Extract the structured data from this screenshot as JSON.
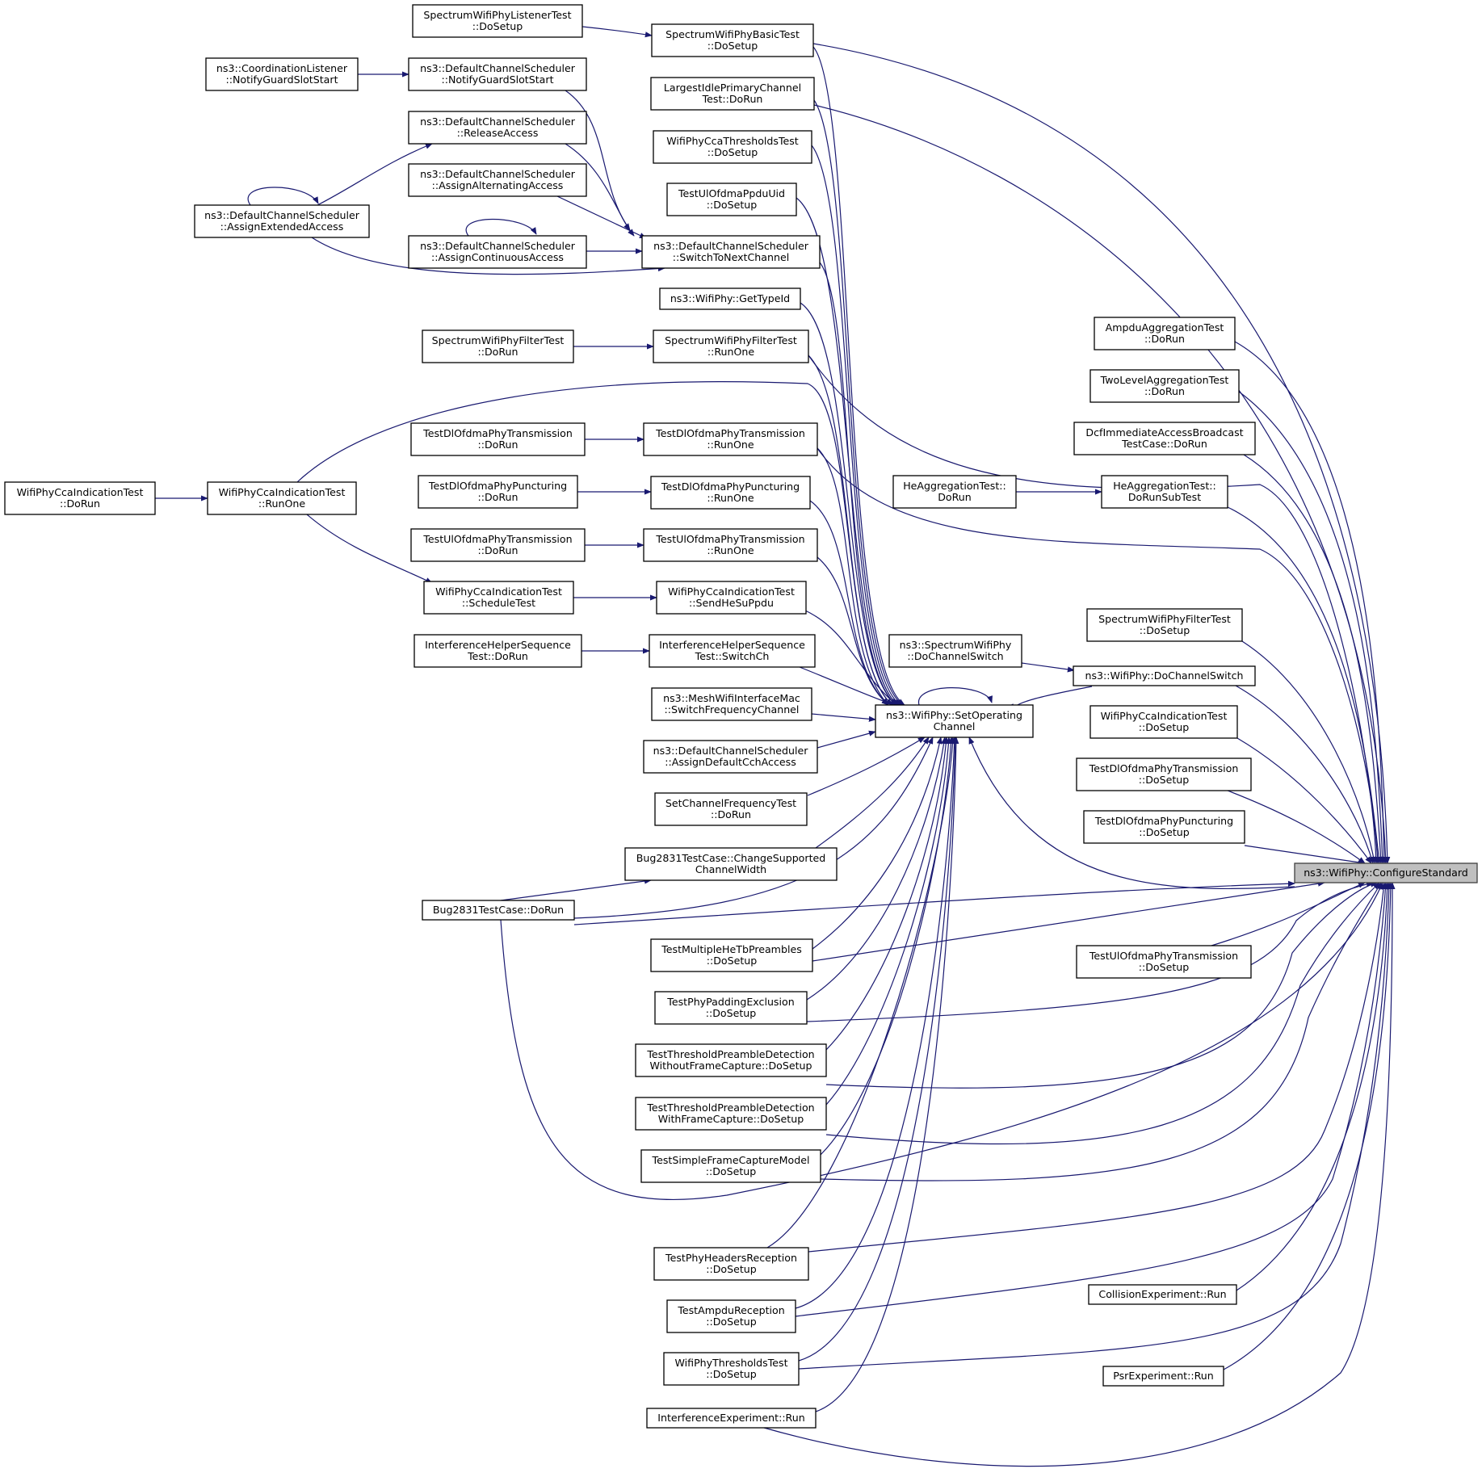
{
  "graph": {
    "focus_node": "ns3::WifiPhy::ConfigureStandard",
    "edge_color": "#191970",
    "focus_fill": "#bfbfbf",
    "nodes": [
      {
        "id": "n1",
        "lines": [
          "SpectrumWifiPhyListenerTest",
          "::DoSetup"
        ]
      },
      {
        "id": "n2",
        "lines": [
          "SpectrumWifiPhyBasicTest",
          "::DoSetup"
        ]
      },
      {
        "id": "n3",
        "lines": [
          "ns3::CoordinationListener",
          "::NotifyGuardSlotStart"
        ]
      },
      {
        "id": "n4",
        "lines": [
          "ns3::DefaultChannelScheduler",
          "::NotifyGuardSlotStart"
        ]
      },
      {
        "id": "n5",
        "lines": [
          "LargestIdlePrimaryChannel",
          "Test::DoRun"
        ]
      },
      {
        "id": "n6",
        "lines": [
          "ns3::DefaultChannelScheduler",
          "::ReleaseAccess"
        ]
      },
      {
        "id": "n7",
        "lines": [
          "WifiPhyCcaThresholdsTest",
          "::DoSetup"
        ]
      },
      {
        "id": "n8",
        "lines": [
          "ns3::DefaultChannelScheduler",
          "::AssignAlternatingAccess"
        ]
      },
      {
        "id": "n9",
        "lines": [
          "TestUlOfdmaPpduUid",
          "::DoSetup"
        ]
      },
      {
        "id": "n10",
        "lines": [
          "ns3::DefaultChannelScheduler",
          "::AssignExtendedAccess"
        ]
      },
      {
        "id": "n11",
        "lines": [
          "ns3::DefaultChannelScheduler",
          "::AssignContinuousAccess"
        ]
      },
      {
        "id": "n12",
        "lines": [
          "ns3::DefaultChannelScheduler",
          "::SwitchToNextChannel"
        ]
      },
      {
        "id": "n13",
        "lines": [
          "ns3::WifiPhy::GetTypeId"
        ]
      },
      {
        "id": "n14",
        "lines": [
          "AmpduAggregationTest",
          "::DoRun"
        ]
      },
      {
        "id": "n15",
        "lines": [
          "SpectrumWifiPhyFilterTest",
          "::DoRun"
        ]
      },
      {
        "id": "n16",
        "lines": [
          "SpectrumWifiPhyFilterTest",
          "::RunOne"
        ]
      },
      {
        "id": "n17",
        "lines": [
          "TwoLevelAggregationTest",
          "::DoRun"
        ]
      },
      {
        "id": "n18",
        "lines": [
          "DcfImmediateAccessBroadcast",
          "TestCase::DoRun"
        ]
      },
      {
        "id": "n19",
        "lines": [
          "TestDlOfdmaPhyTransmission",
          "::DoRun"
        ]
      },
      {
        "id": "n20",
        "lines": [
          "TestDlOfdmaPhyTransmission",
          "::RunOne"
        ]
      },
      {
        "id": "n21",
        "lines": [
          "HeAggregationTest::",
          "DoRun"
        ]
      },
      {
        "id": "n22",
        "lines": [
          "HeAggregationTest::",
          "DoRunSubTest"
        ]
      },
      {
        "id": "n23",
        "lines": [
          "WifiPhyCcaIndicationTest",
          "::DoRun"
        ]
      },
      {
        "id": "n24",
        "lines": [
          "WifiPhyCcaIndicationTest",
          "::RunOne"
        ]
      },
      {
        "id": "n25",
        "lines": [
          "TestDlOfdmaPhyPuncturing",
          "::DoRun"
        ]
      },
      {
        "id": "n26",
        "lines": [
          "TestDlOfdmaPhyPuncturing",
          "::RunOne"
        ]
      },
      {
        "id": "n27",
        "lines": [
          "TestUlOfdmaPhyTransmission",
          "::DoRun"
        ]
      },
      {
        "id": "n28",
        "lines": [
          "TestUlOfdmaPhyTransmission",
          "::RunOne"
        ]
      },
      {
        "id": "n29",
        "lines": [
          "WifiPhyCcaIndicationTest",
          "::ScheduleTest"
        ]
      },
      {
        "id": "n30",
        "lines": [
          "WifiPhyCcaIndicationTest",
          "::SendHeSuPpdu"
        ]
      },
      {
        "id": "n31",
        "lines": [
          "SpectrumWifiPhyFilterTest",
          "::DoSetup"
        ]
      },
      {
        "id": "n32",
        "lines": [
          "InterferenceHelperSequence",
          "Test::DoRun"
        ]
      },
      {
        "id": "n33",
        "lines": [
          "InterferenceHelperSequence",
          "Test::SwitchCh"
        ]
      },
      {
        "id": "n34",
        "lines": [
          "ns3::SpectrumWifiPhy",
          "::DoChannelSwitch"
        ]
      },
      {
        "id": "n35",
        "lines": [
          "ns3::WifiPhy::DoChannelSwitch"
        ]
      },
      {
        "id": "n36",
        "lines": [
          "ns3::MeshWifiInterfaceMac",
          "::SwitchFrequencyChannel"
        ]
      },
      {
        "id": "n37",
        "lines": [
          "ns3::WifiPhy::SetOperating",
          "Channel"
        ]
      },
      {
        "id": "n38",
        "lines": [
          "WifiPhyCcaIndicationTest",
          "::DoSetup"
        ]
      },
      {
        "id": "n39",
        "lines": [
          "ns3::DefaultChannelScheduler",
          "::AssignDefaultCchAccess"
        ]
      },
      {
        "id": "n40",
        "lines": [
          "TestDlOfdmaPhyTransmission",
          "::DoSetup"
        ]
      },
      {
        "id": "n41",
        "lines": [
          "SetChannelFrequencyTest",
          "::DoRun"
        ]
      },
      {
        "id": "n42",
        "lines": [
          "TestDlOfdmaPhyPuncturing",
          "::DoSetup"
        ]
      },
      {
        "id": "n43",
        "lines": [
          "Bug2831TestCase::ChangeSupported",
          "ChannelWidth"
        ]
      },
      {
        "id": "n44",
        "lines": [
          "ns3::WifiPhy::ConfigureStandard"
        ]
      },
      {
        "id": "n45",
        "lines": [
          "Bug2831TestCase::DoRun"
        ]
      },
      {
        "id": "n46",
        "lines": [
          "TestMultipleHeTbPreambles",
          "::DoSetup"
        ]
      },
      {
        "id": "n47",
        "lines": [
          "TestUlOfdmaPhyTransmission",
          "::DoSetup"
        ]
      },
      {
        "id": "n48",
        "lines": [
          "TestPhyPaddingExclusion",
          "::DoSetup"
        ]
      },
      {
        "id": "n49",
        "lines": [
          "TestThresholdPreambleDetection",
          "WithoutFrameCapture::DoSetup"
        ]
      },
      {
        "id": "n50",
        "lines": [
          "TestThresholdPreambleDetection",
          "WithFrameCapture::DoSetup"
        ]
      },
      {
        "id": "n51",
        "lines": [
          "TestSimpleFrameCaptureModel",
          "::DoSetup"
        ]
      },
      {
        "id": "n52",
        "lines": [
          "TestPhyHeadersReception",
          "::DoSetup"
        ]
      },
      {
        "id": "n53",
        "lines": [
          "CollisionExperiment::Run"
        ]
      },
      {
        "id": "n54",
        "lines": [
          "TestAmpduReception",
          "::DoSetup"
        ]
      },
      {
        "id": "n55",
        "lines": [
          "WifiPhyThresholdsTest",
          "::DoSetup"
        ]
      },
      {
        "id": "n56",
        "lines": [
          "PsrExperiment::Run"
        ]
      },
      {
        "id": "n57",
        "lines": [
          "InterferenceExperiment::Run"
        ]
      }
    ]
  }
}
